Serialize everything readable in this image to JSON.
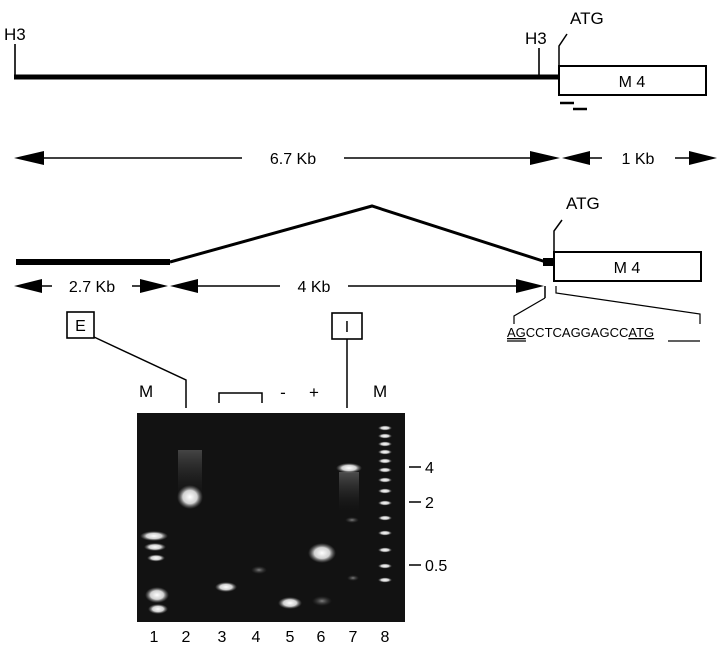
{
  "genomic_map": {
    "site_left": "H3",
    "site_right": "H3",
    "start_codon": "ATG",
    "exon_label": "M 4",
    "distance_intron": "6.7 Kb",
    "distance_exon": "1 Kb"
  },
  "splice_map": {
    "start_codon": "ATG",
    "exon_label": "M 4",
    "distance_exon1": "2.7 Kb",
    "distance_intron": "4 Kb",
    "sequence_prefix": "AG",
    "sequence_middle": "CCTCAGGAGCC",
    "sequence_suffix": "ATG"
  },
  "probes": {
    "exon_probe": "E",
    "intron_probe": "I"
  },
  "gel": {
    "marker_left": "M",
    "marker_right": "M",
    "negative_control": "-",
    "positive_control": "+",
    "lane_numbers": [
      "1",
      "2",
      "3",
      "4",
      "5",
      "6",
      "7",
      "8"
    ],
    "size_markers": [
      {
        "label": "4"
      },
      {
        "label": "2"
      },
      {
        "label": "0.5"
      }
    ]
  }
}
